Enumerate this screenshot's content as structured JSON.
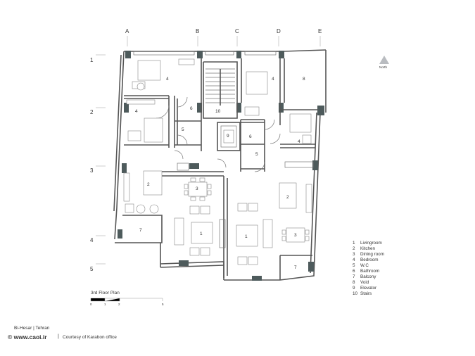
{
  "plan_title": "3rd Floor Plan",
  "north_label": "North",
  "grid_columns": [
    "A",
    "B",
    "C",
    "D",
    "E"
  ],
  "grid_rows": [
    "1",
    "2",
    "3",
    "4",
    "5"
  ],
  "scale_ticks": [
    "0",
    "1",
    "2",
    "5"
  ],
  "legend": [
    {
      "num": "1",
      "label": "Livingroom"
    },
    {
      "num": "2",
      "label": "Kitchen"
    },
    {
      "num": "3",
      "label": "Dining room"
    },
    {
      "num": "4",
      "label": "Bedroom"
    },
    {
      "num": "5",
      "label": "W.C"
    },
    {
      "num": "6",
      "label": "Bathroom"
    },
    {
      "num": "7",
      "label": "Balcony"
    },
    {
      "num": "8",
      "label": "Void"
    },
    {
      "num": "9",
      "label": "Elevator"
    },
    {
      "num": "10",
      "label": "Stairs"
    }
  ],
  "room_numbers": {
    "west_living": "1",
    "east_living": "1",
    "west_kitchen": "2",
    "east_kitchen": "2",
    "west_dining": "3",
    "east_dining": "3",
    "bed_nw": "4",
    "bed_w": "4",
    "bed_n": "4",
    "bed_ne": "4",
    "wc_west": "5",
    "wc_east": "5",
    "bath_west": "6",
    "bath_east": "6",
    "balcony_west": "7",
    "balcony_east": "7",
    "void": "8",
    "elevator": "9",
    "stairs": "10"
  },
  "footer": {
    "project": "Bi-Hesar | Tehran",
    "brand": "© www.caoi.ir",
    "separator": "|",
    "credit": "Courtesy of Karabon office"
  },
  "colors": {
    "column_fill": "#4e5b5c",
    "wall_stroke": "#555555",
    "north_arrow": "#b9bcc0"
  }
}
